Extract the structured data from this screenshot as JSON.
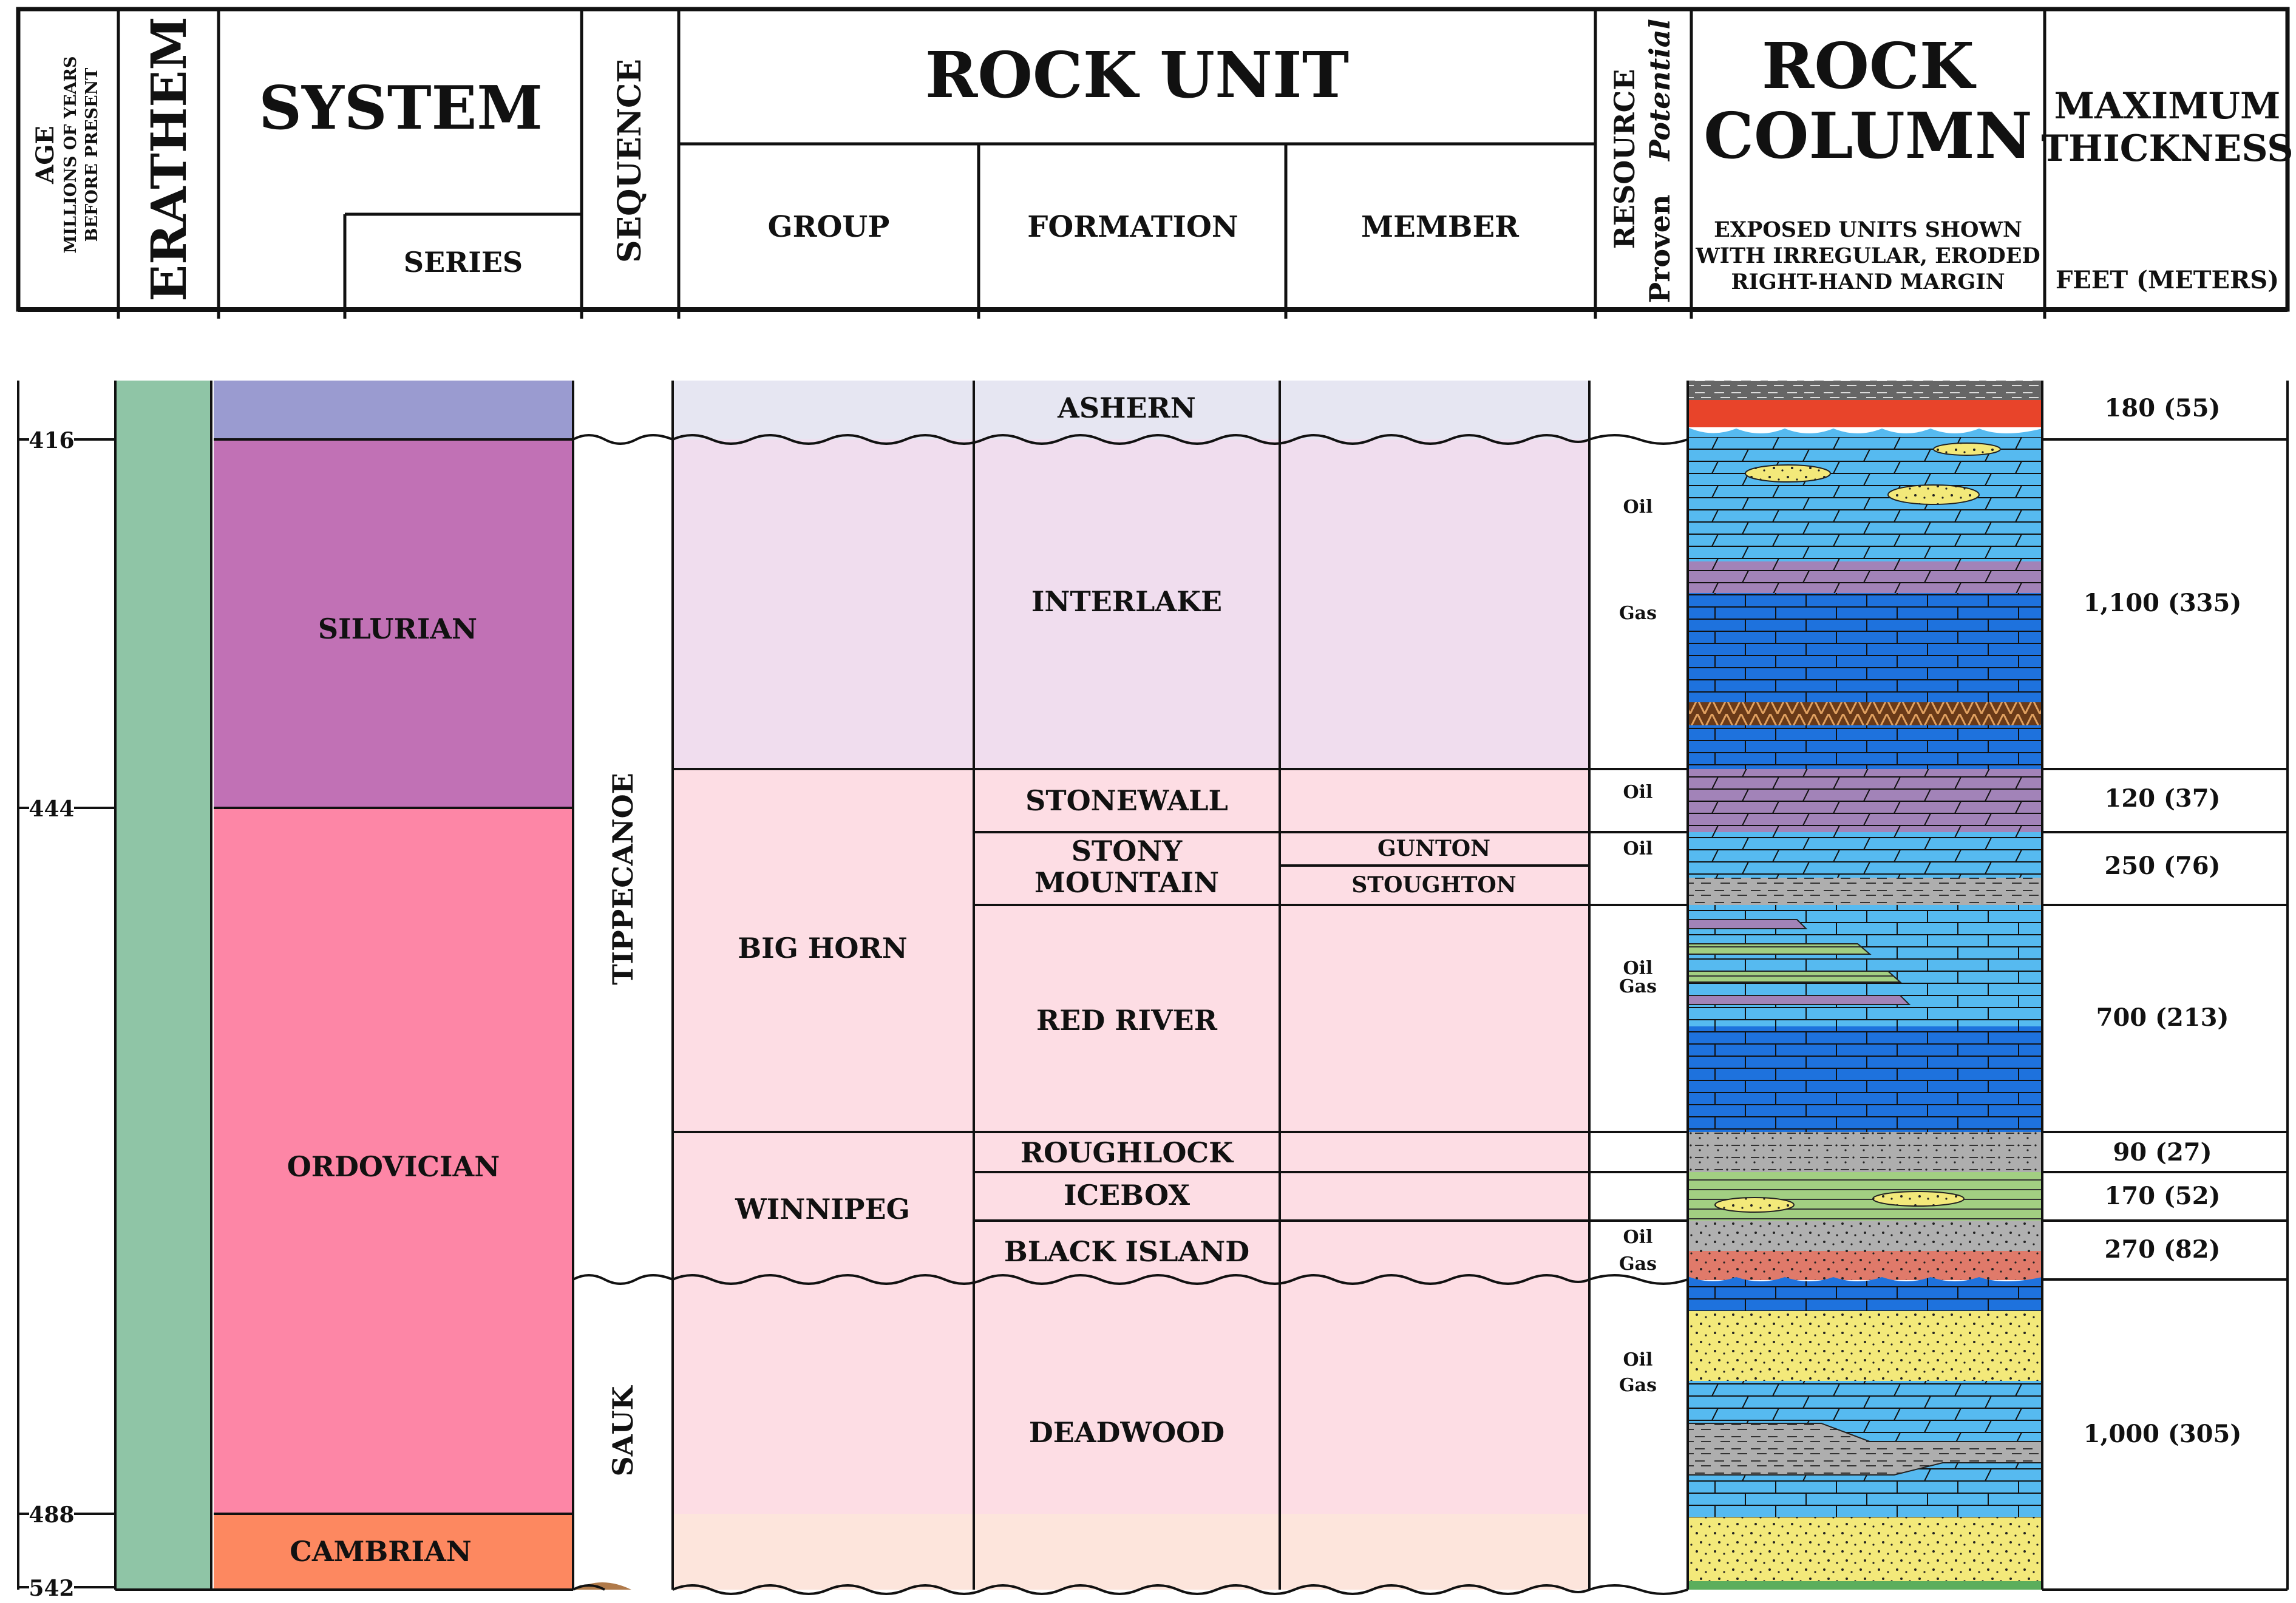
{
  "header": {
    "age_line1": "AGE",
    "age_line2": "MILLIONS OF YEARS",
    "age_line3": "BEFORE PRESENT",
    "erathem": "ERATHEM",
    "system": "SYSTEM",
    "series": "SERIES",
    "sequence": "SEQUENCE",
    "rock_unit": "ROCK UNIT",
    "group": "GROUP",
    "formation": "FORMATION",
    "member": "MEMBER",
    "resource": "RESOURCE",
    "proven": "Proven",
    "potential": "Potential",
    "rock_column_line1": "ROCK",
    "rock_column_line2": "COLUMN",
    "rock_column_note1": "EXPOSED UNITS SHOWN",
    "rock_column_note2": "WITH IRREGULAR, ERODED",
    "rock_column_note3": "RIGHT-HAND MARGIN",
    "max_thickness_line1": "MAXIMUM",
    "max_thickness_line2": "THICKNESS",
    "thickness_units": "FEET (METERS)"
  },
  "ages": [
    "416",
    "444",
    "488",
    "542"
  ],
  "systems": [
    "SILURIAN",
    "ORDOVICIAN",
    "CAMBRIAN"
  ],
  "sequences": [
    "TIPPECANOE",
    "SAUK"
  ],
  "groups": [
    "BIG HORN",
    "WINNIPEG"
  ],
  "formations": {
    "ashern": "ASHERN",
    "interlake": "INTERLAKE",
    "stonewall": "STONEWALL",
    "stony_line1": "STONY",
    "stony_line2": "MOUNTAIN",
    "red_river": "RED RIVER",
    "roughlock": "ROUGHLOCK",
    "icebox": "ICEBOX",
    "black_island": "BLACK ISLAND",
    "deadwood": "DEADWOOD"
  },
  "members": [
    "GUNTON",
    "STOUGHTON"
  ],
  "resources": {
    "interlake_oil": "Oil",
    "interlake_gas": "Gas",
    "stonewall_oil": "Oil",
    "stony_oil": "Oil",
    "red_river_oil": "Oil",
    "red_river_gas": "Gas",
    "black_island_oil": "Oil",
    "black_island_gas": "Gas",
    "deadwood_oil": "Oil",
    "deadwood_gas": "Gas"
  },
  "thickness": {
    "ashern": "180 (55)",
    "interlake": "1,100 (335)",
    "stonewall": "120 (37)",
    "stony_mountain": "250 (76)",
    "red_river": "700 (213)",
    "roughlock": "90 (27)",
    "icebox": "170 (52)",
    "black_island": "270 (82)",
    "deadwood": "1,000 (305)"
  },
  "colors": {
    "erathem_paleozoic": "#8fc5a6",
    "devonian": "#9a9bd0",
    "silurian": "#c171b5",
    "ordovician": "#fd86a6",
    "cambrian": "#fd8860",
    "devonian_light": "#e6e6f2",
    "silurian_light": "#f0ddee",
    "ordovician_light": "#fddde4",
    "cambrian_light": "#fde5dc",
    "limestone": "#56baf0",
    "dolomite": "#1e72dd",
    "dolomite_purple": "#a283b8",
    "shale_gray": "#aeaeae",
    "sandstone_yellow": "#f3e97a",
    "sandstone_red": "#e07a6a",
    "green_shale": "#a2cf82",
    "red_bed": "#e8442a",
    "dark_gray": "#666666",
    "brown_band": "#6a3a18"
  }
}
